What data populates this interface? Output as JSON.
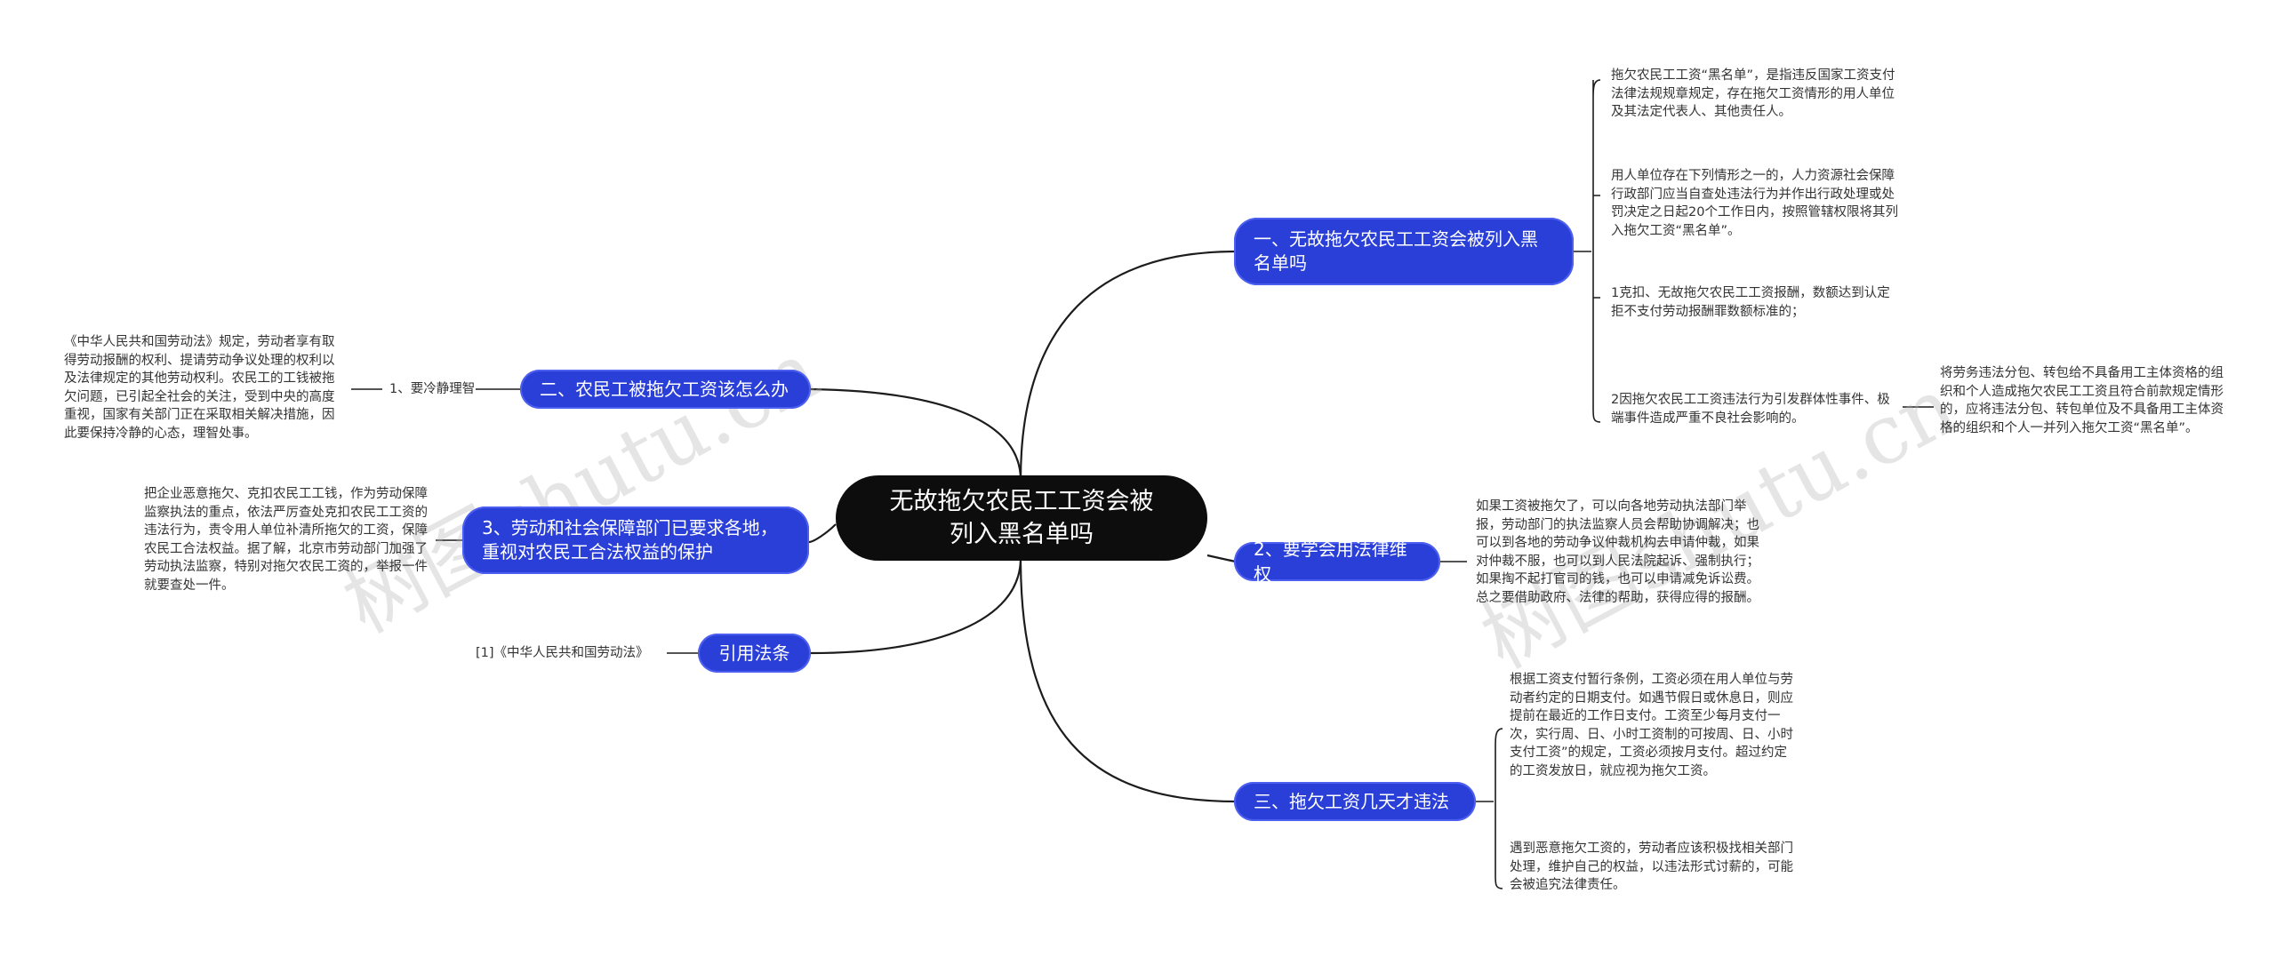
{
  "root": {
    "title": "无故拖欠农民工工资会被列入黑名单吗"
  },
  "branches": {
    "b1": {
      "label": "一、无故拖欠农民工工资会被列入黑名单吗"
    },
    "b2": {
      "label": "2、要学会用法律维权"
    },
    "b3": {
      "label": "三、拖欠工资几天才违法"
    },
    "b4": {
      "label": "二、农民工被拖欠工资该怎么办"
    },
    "b5": {
      "label": "3、劳动和社会保障部门已要求各地，重视对农民工合法权益的保护"
    },
    "b6": {
      "label": "引用法条"
    }
  },
  "leaves": {
    "b1_1": "拖欠农民工工资“黑名单”，是指违反国家工资支付法律法规规章规定，存在拖欠工资情形的用人单位及其法定代表人、其他责任人。",
    "b1_2": "用人单位存在下列情形之一的，人力资源社会保障行政部门应当自查处违法行为并作出行政处理或处罚决定之日起20个工作日内，按照管辖权限将其列入拖欠工资“黑名单”。",
    "b1_3": "1克扣、无故拖欠农民工工资报酬，数额达到认定拒不支付劳动报酬罪数额标准的；",
    "b1_4": "2因拖欠农民工工资违法行为引发群体性事件、极端事件造成严重不良社会影响的。",
    "b1_4_1": "将劳务违法分包、转包给不具备用工主体资格的组织和个人造成拖欠农民工工资且符合前款规定情形的，应将违法分包、转包单位及不具备用工主体资格的组织和个人一并列入拖欠工资“黑名单”。",
    "b2_1": "如果工资被拖欠了，可以向各地劳动执法部门举报，劳动部门的执法监察人员会帮助协调解决；也可以到各地的劳动争议仲裁机构去申请仲裁，如果对仲裁不服，也可以到人民法院起诉、强制执行；如果掏不起打官司的钱，也可以申请减免诉讼费。总之要借助政府、法律的帮助，获得应得的报酬。",
    "b3_1": "根据工资支付暂行条例，工资必须在用人单位与劳动者约定的日期支付。如遇节假日或休息日，则应提前在最近的工作日支付。工资至少每月支付一次，实行周、日、小时工资制的可按周、日、小时支付工资”的规定，工资必须按月支付。超过约定的工资发放日，就应视为拖欠工资。",
    "b3_2": "遇到恶意拖欠工资的，劳动者应该积极找相关部门处理，维护自己的权益，以违法形式讨薪的，可能会被追究法律责任。",
    "b4_label": "1、要冷静理智",
    "b4_1": "《中华人民共和国劳动法》规定，劳动者享有取得劳动报酬的权利、提请劳动争议处理的权利以及法律规定的其他劳动权利。农民工的工钱被拖欠问题，已引起全社会的关注，受到中央的高度重视，国家有关部门正在采取相关解决措施，因此要保持冷静的心态，理智处事。",
    "b5_1": "把企业恶意拖欠、克扣农民工工钱，作为劳动保障监察执法的重点，依法严厉查处克扣农民工工资的违法行为，责令用人单位补清所拖欠的工资，保障农民工合法权益。据了解，北京市劳动部门加强了劳动执法监察，特别对拖欠农民工资的，举报一件就要查处一件。",
    "b6_1": "[1]《中华人民共和国劳动法》"
  },
  "watermarks": [
    "树图shutu.cn",
    "树图shutu.cn"
  ]
}
